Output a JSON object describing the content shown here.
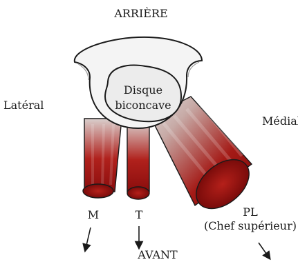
{
  "orientation": {
    "top": "ARRIÈRE",
    "bottom": "AVANT",
    "left": "Latéral",
    "right": "Médial"
  },
  "disc": {
    "line1": "Disque",
    "line2": "biconcave"
  },
  "muscles": {
    "m": "M",
    "t": "T",
    "pl": "PL",
    "pl_sub": "(Chef supérieur)"
  },
  "colors": {
    "muscle_dark": "#8a1010",
    "muscle_mid": "#b52a22",
    "muscle_light": "#d7c9c6",
    "disc_fill": "#ececec",
    "outline": "#1a1a1a"
  }
}
